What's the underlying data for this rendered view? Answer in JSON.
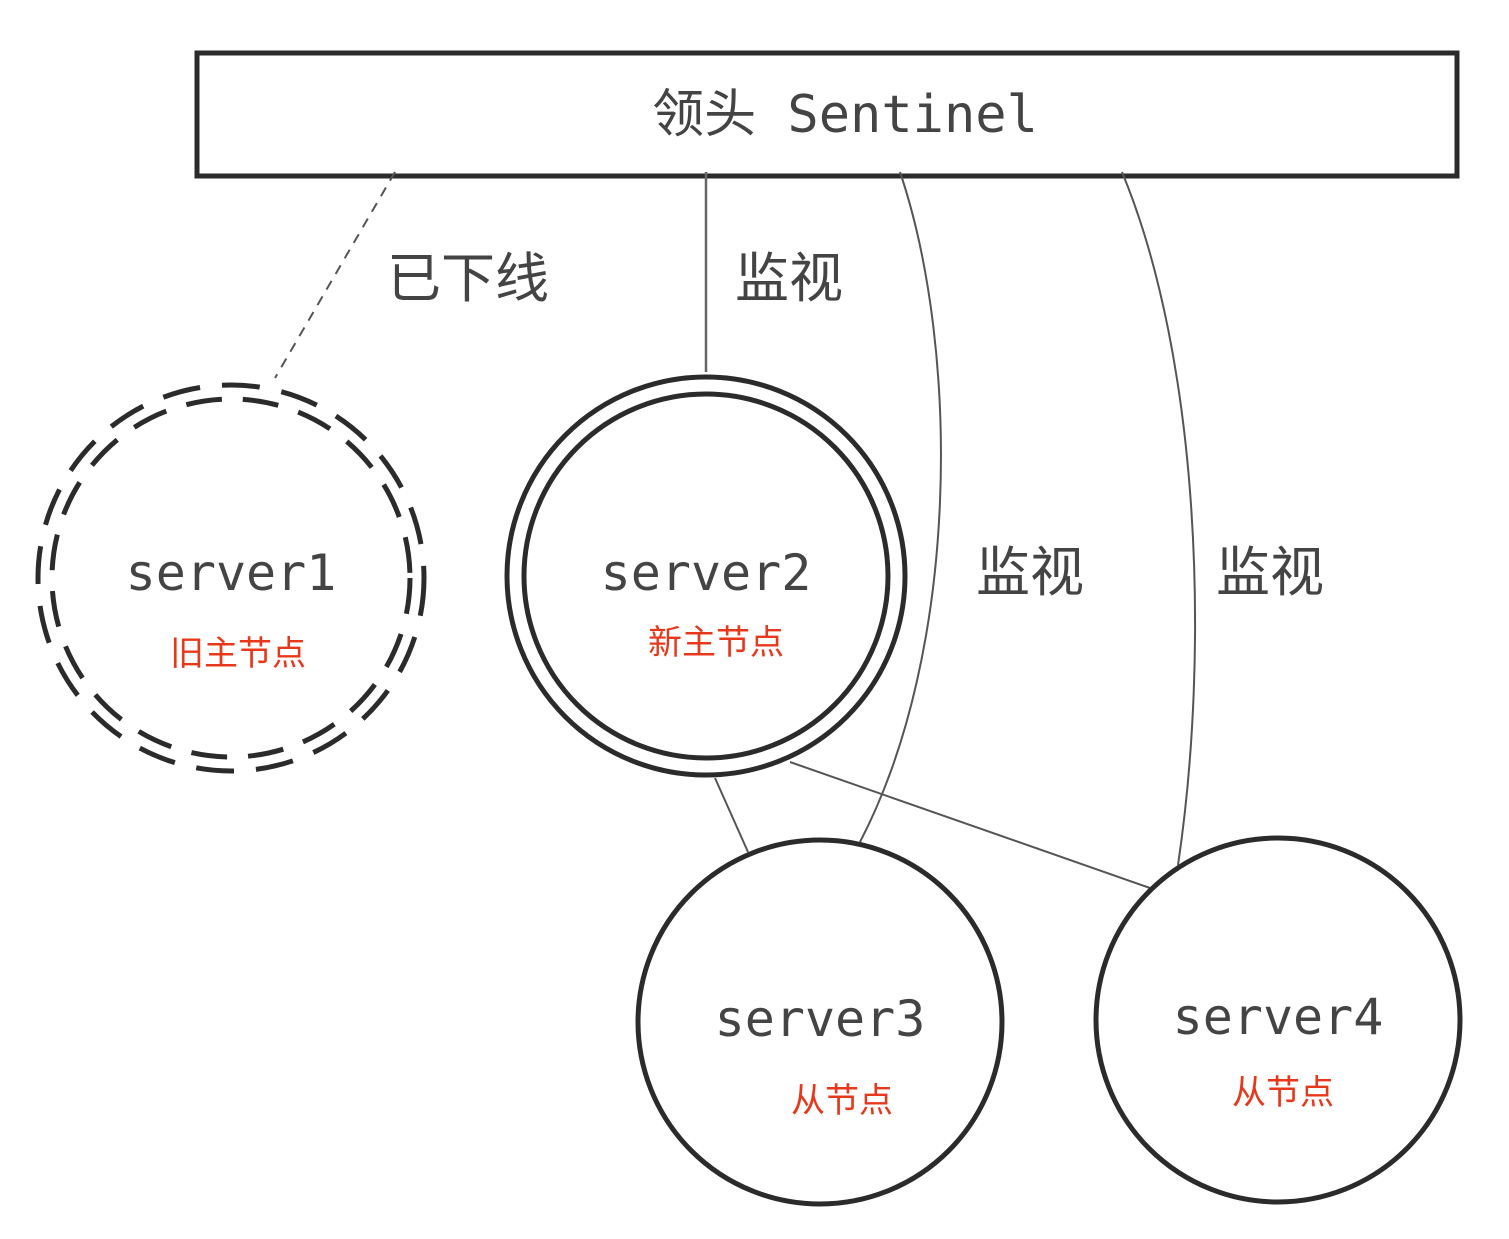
{
  "sentinel": {
    "label": "领头 Sentinel"
  },
  "edges": {
    "offline_label": "已下线",
    "monitor_label_s2": "监视",
    "monitor_label_s3": "监视",
    "monitor_label_s4": "监视"
  },
  "servers": [
    {
      "name": "server1",
      "role": "旧主节点"
    },
    {
      "name": "server2",
      "role": "新主节点"
    },
    {
      "name": "server3",
      "role": "从节点"
    },
    {
      "name": "server4",
      "role": "从节点"
    }
  ],
  "colors": {
    "stroke": "#2b2b2b",
    "line": "#555555",
    "text": "#444444",
    "role": "#e8381c"
  }
}
